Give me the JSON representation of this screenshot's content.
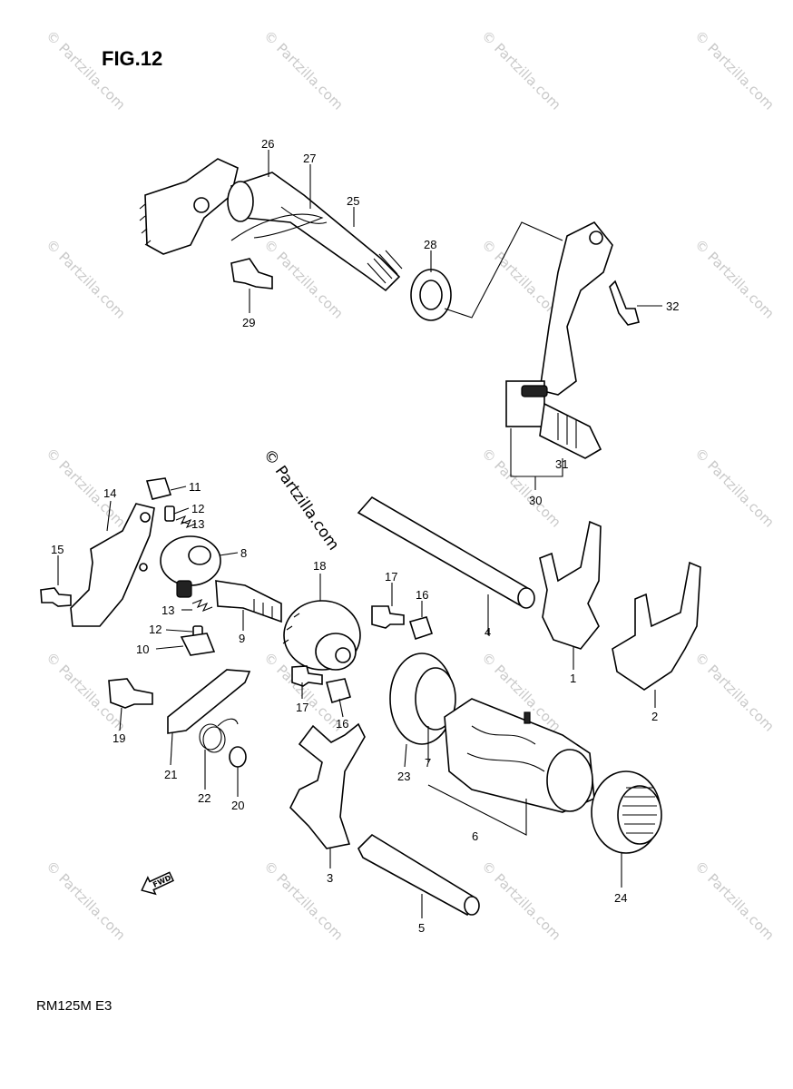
{
  "title": "FIG.12",
  "model": "RM125M  E3",
  "watermark": "© Partzilla.com",
  "center_watermark": "© Partzilla.com",
  "fwd_label": "FWD",
  "callouts": {
    "c1": "1",
    "c2": "2",
    "c3": "3",
    "c4": "4",
    "c5": "5",
    "c6": "6",
    "c7": "7",
    "c8": "8",
    "c9": "9",
    "c10": "10",
    "c11": "11",
    "c12a": "12",
    "c12b": "12",
    "c13a": "13",
    "c13b": "13",
    "c14": "14",
    "c15": "15",
    "c16a": "16",
    "c16b": "16",
    "c17a": "17",
    "c17b": "17",
    "c18": "18",
    "c19": "19",
    "c20": "20",
    "c21": "21",
    "c22": "22",
    "c23": "23",
    "c24": "24",
    "c25": "25",
    "c26": "26",
    "c27": "27",
    "c28": "28",
    "c29": "29",
    "c30": "30",
    "c31": "31",
    "c32": "32"
  }
}
